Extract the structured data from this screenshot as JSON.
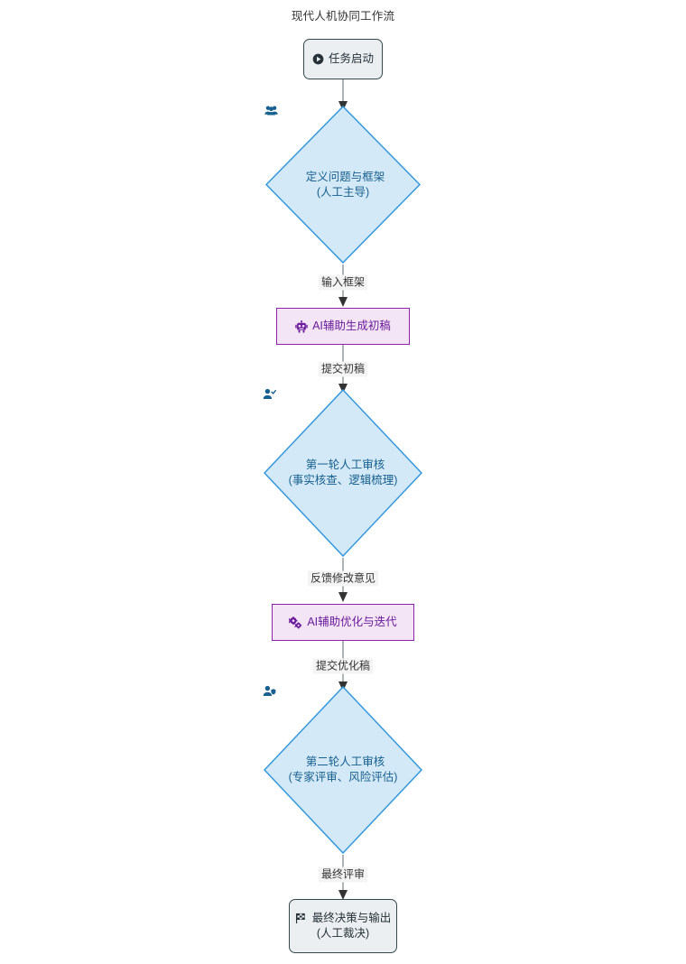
{
  "title": "现代人机协同工作流",
  "theme": {
    "background": "#ffffff",
    "title_color": "#333333",
    "terminal_fill": "#ECEFF1",
    "terminal_stroke": "#37474F",
    "terminal_text": "#263238",
    "decision_fill": "#D4E9F7",
    "decision_stroke": "#3498DB",
    "decision_text": "#17608F",
    "ai_fill": "#F3E5F5",
    "ai_stroke": "#8E24AA",
    "ai_text": "#6A1B9A",
    "edge_stroke": "#9aa0a6",
    "edge_arrow": "#333333",
    "edge_label_bg": "#f4f4f4",
    "edge_label_text": "#333333"
  },
  "chart_data": {
    "type": "diagram",
    "diagram_kind": "flowchart",
    "orientation": "top-to-bottom",
    "title": "现代人机协同工作流",
    "nodes": [
      {
        "id": "start",
        "kind": "terminal",
        "icon": "play-circle-icon",
        "lines": [
          "任务启动"
        ],
        "actor": "start"
      },
      {
        "id": "define",
        "kind": "decision",
        "icon": "users-icon",
        "lines": [
          "定义问题与框架",
          "(人工主导)"
        ],
        "actor": "human"
      },
      {
        "id": "ai-draft",
        "kind": "process-ai",
        "icon": "robot-icon",
        "lines": [
          "AI辅助生成初稿"
        ],
        "actor": "ai"
      },
      {
        "id": "review-1",
        "kind": "decision",
        "icon": "user-check-icon",
        "lines": [
          "第一轮人工审核",
          "(事实核查、逻辑梳理)"
        ],
        "actor": "human"
      },
      {
        "id": "ai-refine",
        "kind": "process-ai",
        "icon": "cogs-icon",
        "lines": [
          "AI辅助优化与迭代"
        ],
        "actor": "ai"
      },
      {
        "id": "review-2",
        "kind": "decision",
        "icon": "user-shield-icon",
        "lines": [
          "第二轮人工审核",
          "(专家评审、风险评估)"
        ],
        "actor": "human"
      },
      {
        "id": "final",
        "kind": "terminal",
        "icon": "checkered-flag-icon",
        "lines": [
          "最终决策与输出",
          "(人工裁决)"
        ],
        "actor": "human"
      }
    ],
    "edges": [
      {
        "from": "start",
        "to": "define",
        "label": ""
      },
      {
        "from": "define",
        "to": "ai-draft",
        "label": "输入框架"
      },
      {
        "from": "ai-draft",
        "to": "review-1",
        "label": "提交初稿"
      },
      {
        "from": "review-1",
        "to": "ai-refine",
        "label": "反馈修改意见"
      },
      {
        "from": "ai-refine",
        "to": "review-2",
        "label": "提交优化稿"
      },
      {
        "from": "review-2",
        "to": "final",
        "label": "最终评审"
      }
    ]
  },
  "nodes": {
    "start": {
      "line1": "任务启动"
    },
    "define": {
      "line1": "定义问题与框架",
      "line2": "(人工主导)"
    },
    "ai_draft": {
      "line1": "AI辅助生成初稿"
    },
    "review1": {
      "line1": "第一轮人工审核",
      "line2": "(事实核查、逻辑梳理)"
    },
    "ai_refine": {
      "line1": "AI辅助优化与迭代"
    },
    "review2": {
      "line1": "第二轮人工审核",
      "line2": "(专家评审、风险评估)"
    },
    "final": {
      "line1": "最终决策与输出",
      "line2": "(人工裁决)"
    }
  },
  "edge_labels": {
    "e1": "输入框架",
    "e2": "提交初稿",
    "e3": "反馈修改意见",
    "e4": "提交优化稿",
    "e5": "最终评审"
  }
}
